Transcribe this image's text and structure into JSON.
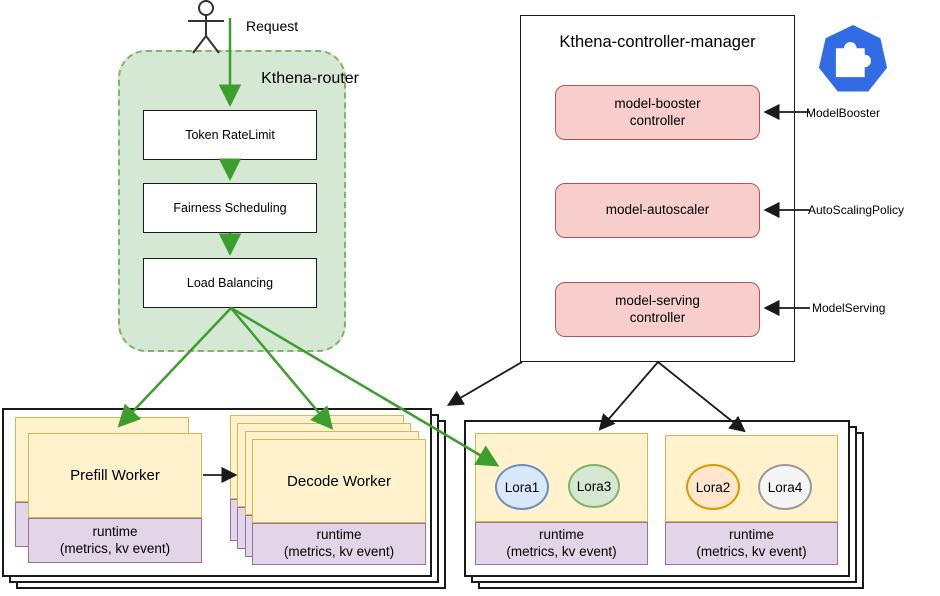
{
  "router": {
    "request_label": "Request",
    "title": "Kthena-router",
    "actor_icon": "person-actor-icon",
    "steps": [
      {
        "label": "Token RateLimit"
      },
      {
        "label": "Fairness Scheduling"
      },
      {
        "label": "Load Balancing"
      }
    ]
  },
  "controller_manager": {
    "title": "Kthena-controller-manager",
    "crd_icon": "kubernetes-crd-puzzle-icon",
    "controllers": [
      {
        "label": "model-booster\ncontroller",
        "crd": "ModelBooster"
      },
      {
        "label": "model-autoscaler",
        "crd": "AutoScalingPolicy"
      },
      {
        "label": "model-serving\ncontroller",
        "crd": "ModelServing"
      }
    ]
  },
  "worker_pool": {
    "prefill": {
      "title": "Prefill Worker",
      "runtime": "runtime\n(metrics, kv event)"
    },
    "decode": {
      "title": "Decode Worker",
      "runtime": "runtime\n(metrics, kv event)"
    }
  },
  "lora_pool": {
    "cards": [
      {
        "loras": [
          {
            "label": "Lora1"
          },
          {
            "label": "Lora3"
          }
        ],
        "runtime": "runtime\n(metrics, kv event)"
      },
      {
        "loras": [
          {
            "label": "Lora2"
          },
          {
            "label": "Lora4"
          }
        ],
        "runtime": "runtime\n(metrics, kv event)"
      }
    ]
  },
  "colors": {
    "router_fill": "#d5e8d4",
    "router_stroke": "#82b366",
    "arrow_green": "#3c9e2d",
    "controller_fill": "#f8cecc",
    "controller_stroke": "#b85450",
    "worker_fill": "#fff2cc",
    "worker_stroke": "#d6b656",
    "runtime_fill": "#e1d5e7",
    "runtime_stroke": "#9673a6",
    "lora1_fill": "#dae8fc",
    "lora1_stroke": "#6c8ebf",
    "lora3_fill": "#d5e8d4",
    "lora3_stroke": "#82b366",
    "lora2_fill": "#ffe6cc",
    "lora2_stroke": "#d79b00",
    "lora4_fill": "#f5f5f5",
    "lora4_stroke": "#999999",
    "crd_icon_blue": "#326ce5",
    "arrow_black": "#1a1a1a"
  }
}
